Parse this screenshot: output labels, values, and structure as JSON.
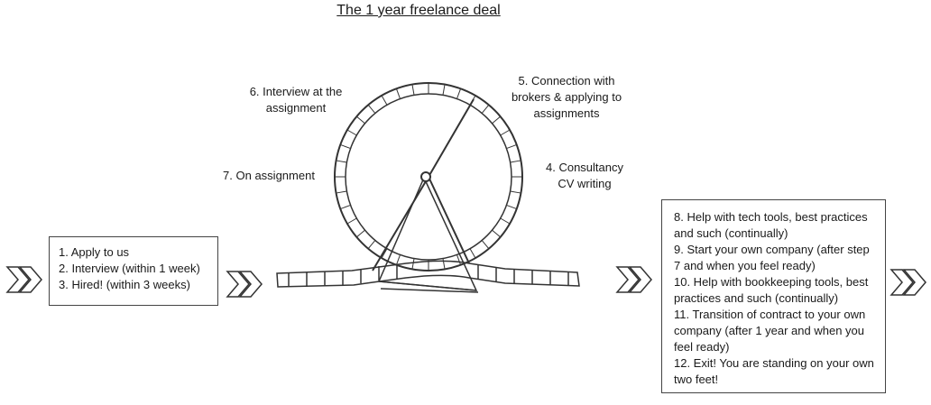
{
  "title": "The 1 year freelance deal",
  "steps_before": [
    "1. Apply to us",
    "2. Interview (within 1 week)",
    "3. Hired! (within 3 weeks)"
  ],
  "wheel_labels": {
    "step4": "4. Consultancy CV writing",
    "step5": "5. Connection with brokers & applying to assignments",
    "step6": "6. Interview at the assignment",
    "step7": "7. On assignment"
  },
  "steps_after": [
    "8. Help with tech tools, best practices and such (continually)",
    "9. Start your own company (after step 7 and when you feel ready)",
    "10. Help with bookkeeping tools, best practices and such (continually)",
    "11. Transition of contract to your own company (after 1 year and when you feel ready)",
    "12. Exit! You are standing on your own two feet!"
  ],
  "icons": {
    "arrow": "double-chevron-right-icon",
    "wheel": "hamster-wheel-icon"
  }
}
